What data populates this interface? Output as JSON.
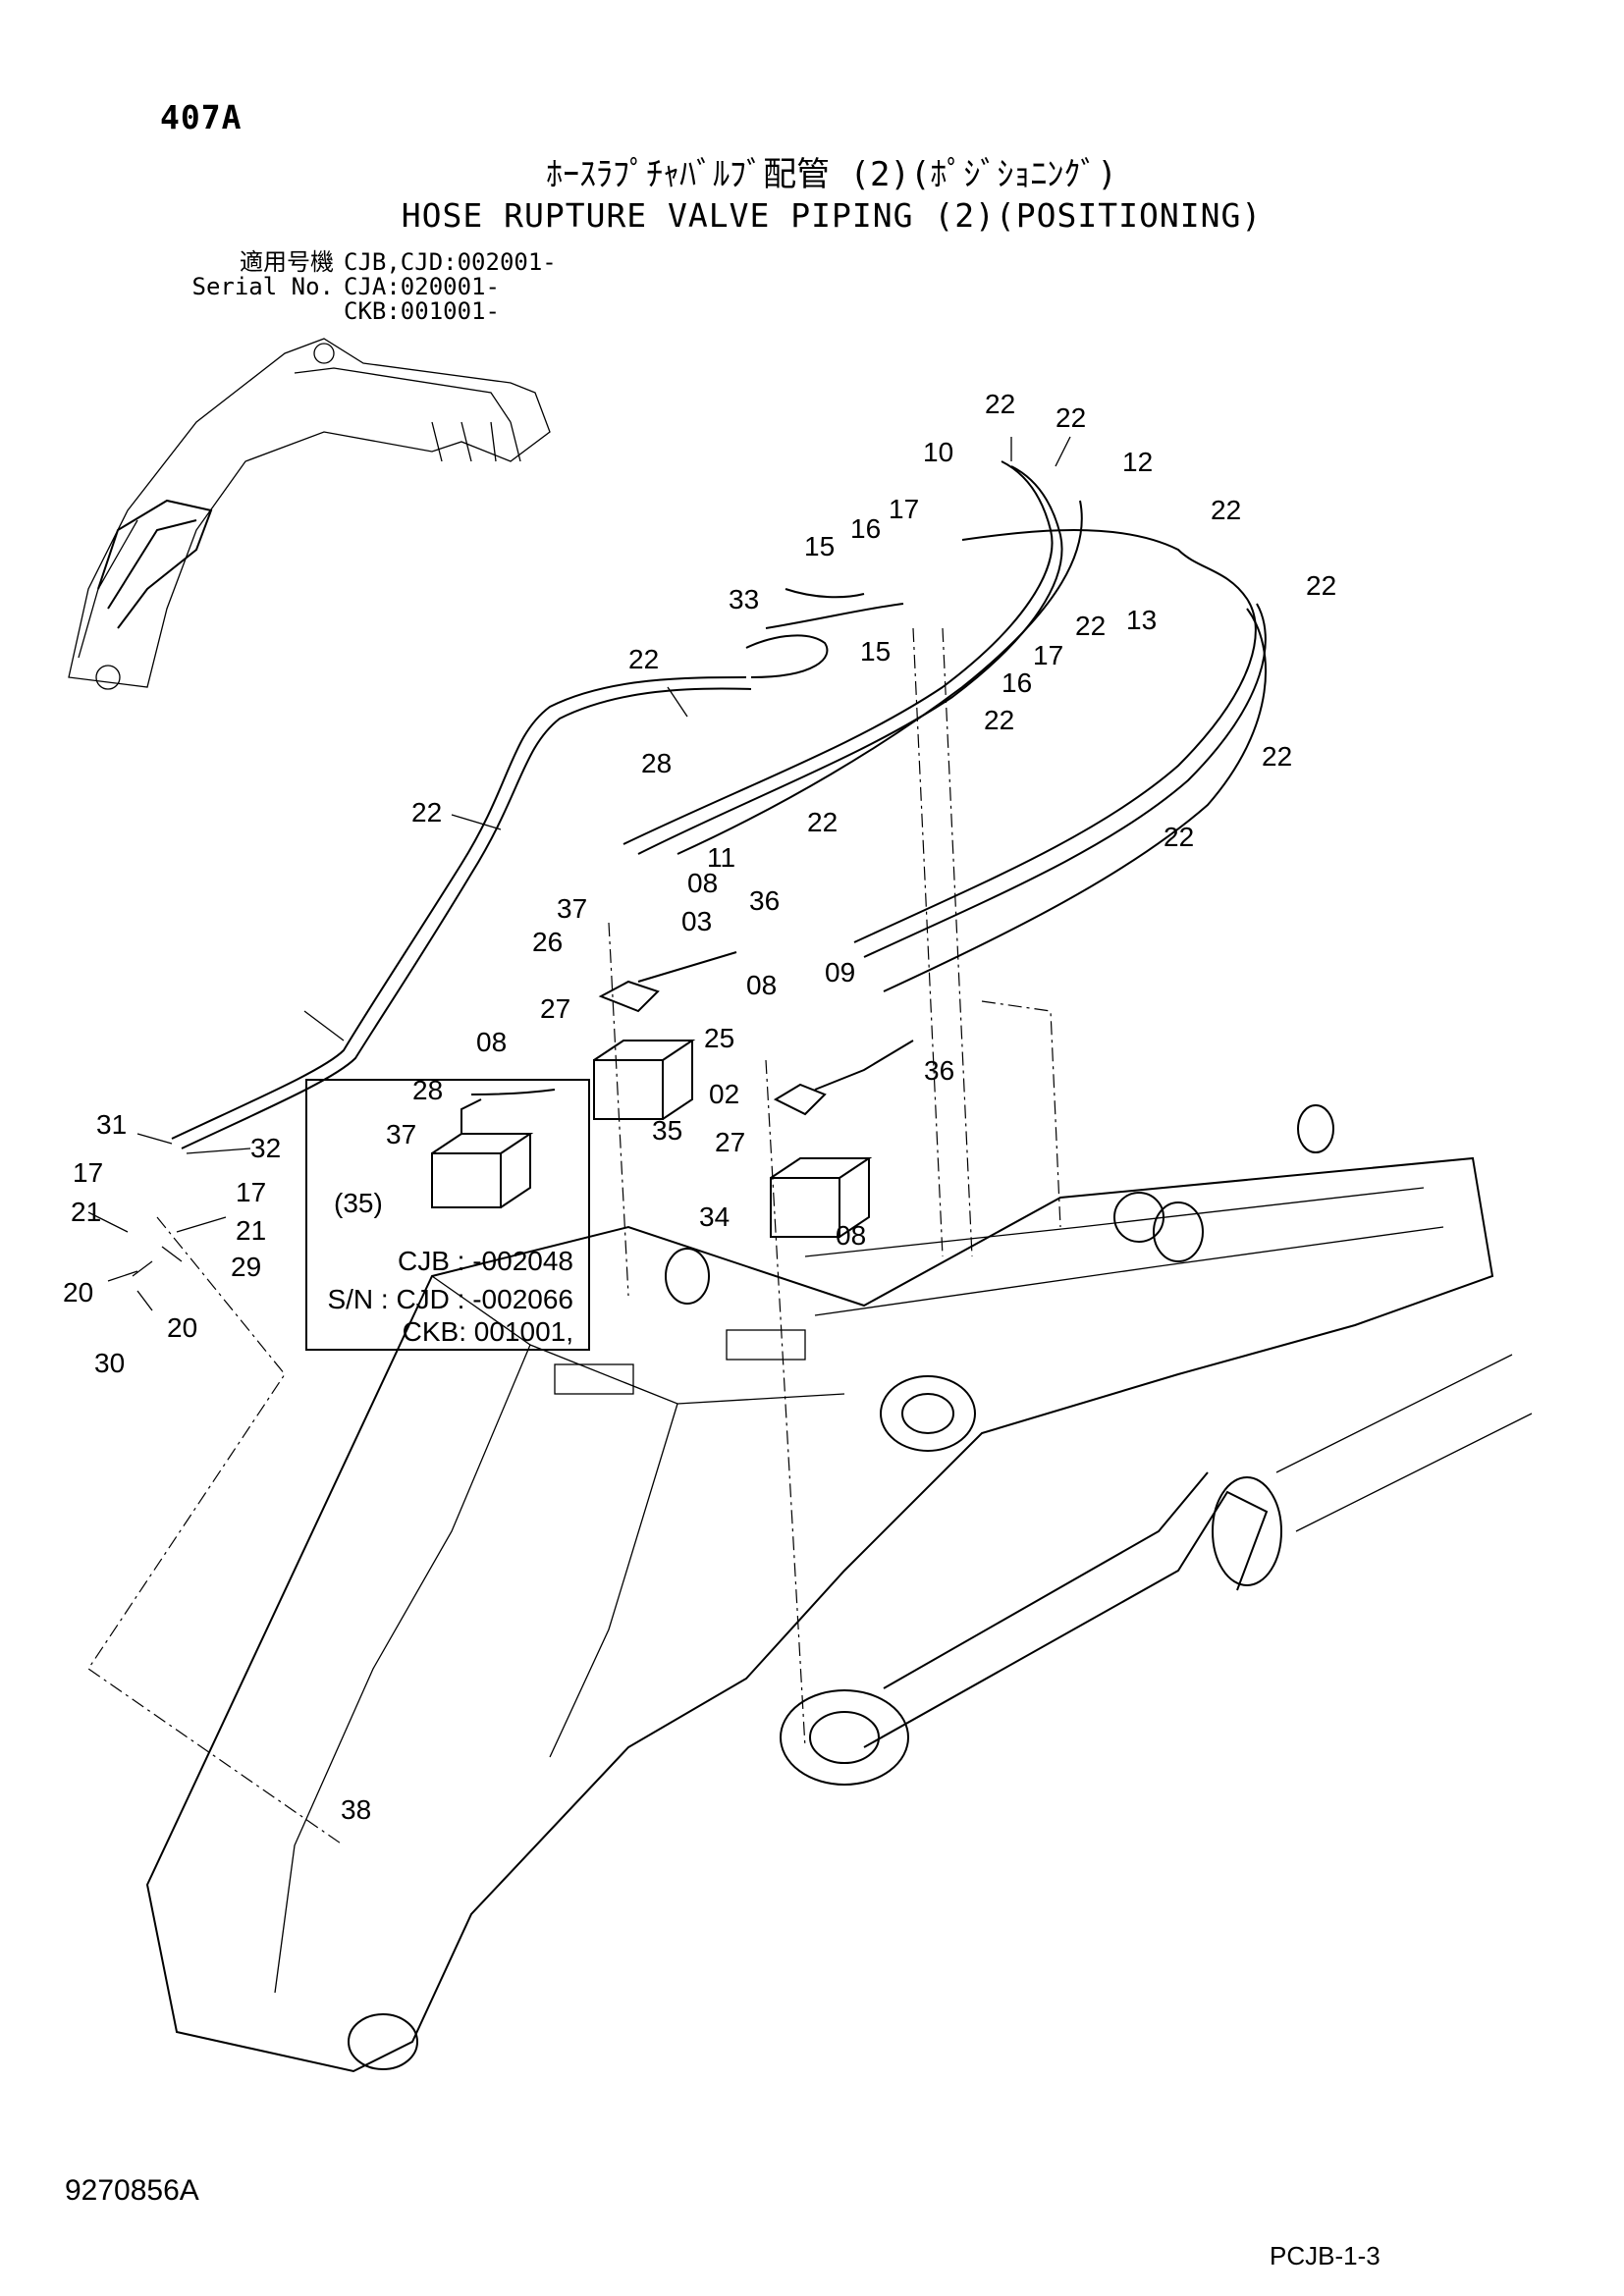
{
  "header": {
    "page_code": "407A",
    "title_jp": "ﾎｰｽﾗﾌﾟﾁｬﾊﾞﾙﾌﾞ配管 (2)(ﾎﾟｼﾞｼｮﾆﾝｸﾞ)",
    "title_en": "HOSE RUPTURE VALVE PIPING (2)(POSITIONING)",
    "serial_label_jp": "適用号機",
    "serial_label_en": "Serial No.",
    "serial_values": [
      "CJB,CJD:002001-",
      "CJA:020001-",
      "CKB:001001-"
    ]
  },
  "callouts": [
    "22",
    "22",
    "10",
    "12",
    "17",
    "16",
    "15",
    "22",
    "22",
    "33",
    "22",
    "13",
    "17",
    "15",
    "16",
    "22",
    "22",
    "28",
    "22",
    "22",
    "11",
    "22",
    "37",
    "08",
    "36",
    "03",
    "26",
    "22",
    "08",
    "09",
    "27",
    "08",
    "25",
    "36",
    "02",
    "27",
    "31",
    "35",
    "32",
    "34",
    "08",
    "17",
    "17",
    "21",
    "21",
    "29",
    "20",
    "20",
    "30",
    "38",
    "28",
    "37",
    "(35)"
  ],
  "inset": {
    "part_ref": "(35)",
    "serial_lines": [
      "CJB : -002048",
      "S/N : CJD : -002066",
      "CKB: 001001,"
    ]
  },
  "footer": {
    "doc_number": "9270856A",
    "page_ref": "PCJB-1-3"
  }
}
